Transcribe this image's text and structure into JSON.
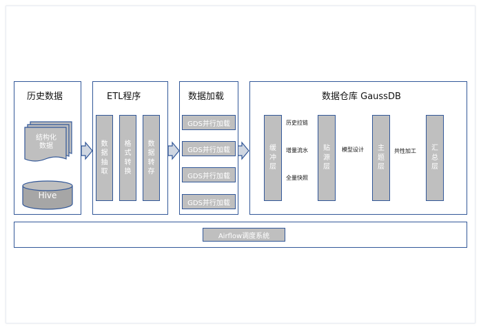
{
  "panels": {
    "history": {
      "title": "历史数据",
      "structured": "结构化\n数据",
      "hive": "Hive"
    },
    "etl": {
      "title": "ETL程序",
      "steps": [
        "数据抽取",
        "格式转换",
        "数据转存"
      ]
    },
    "load": {
      "title": "数据加载",
      "items": [
        "GDS并行加载",
        "GDS并行加载",
        "GDS并行加载",
        "GDS并行加载"
      ]
    },
    "dw": {
      "title": "数据仓库 GaussDB",
      "layers": [
        "缓冲层",
        "贴源层",
        "主题层",
        "汇总层"
      ],
      "flows": [
        "历史拉链",
        "增量流水",
        "全量快照"
      ],
      "model_label": "模型设计",
      "process_label": "共性加工"
    }
  },
  "scheduler": {
    "label": "Airflow调度系统"
  },
  "colors": {
    "border": "#2f5597",
    "box_fill": "#bfbfbf",
    "cylinder_fill": "#a6a6a6",
    "arrow": "#1f6fe0"
  }
}
